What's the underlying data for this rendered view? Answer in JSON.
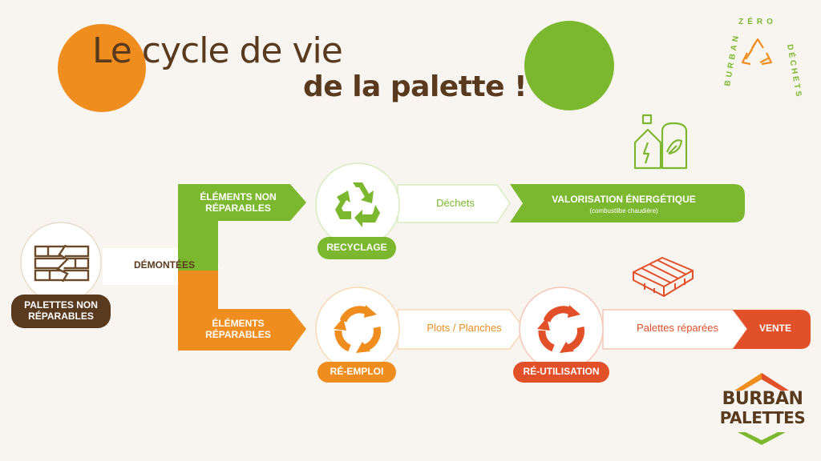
{
  "title": {
    "line1": "Le cycle de vie",
    "line2": "de la palette !"
  },
  "badge": {
    "top": "ZÉRO",
    "left": "BURBAN",
    "right": "DÉCHETS"
  },
  "start": {
    "label": "PALETTES NON RÉPARABLES"
  },
  "step_demontees": "DÉMONTÉES",
  "branch_non_reparables": "ÉLÉMENTS NON RÉPARABLES",
  "branch_reparables": "ÉLÉMENTS RÉPARABLES",
  "recyclage": {
    "label": "RECYCLAGE"
  },
  "dechets": "Déchets",
  "valorisation": {
    "title": "VALORISATION ÉNERGÉTIQUE",
    "subtitle": "(combustilbe chaudière)"
  },
  "reemploi": {
    "label": "RÉ-EMPLOI"
  },
  "plots": "Plots / Planches",
  "reutilisation": {
    "label": "RÉ-UTILISATION"
  },
  "palettes_reparees": "Palettes réparées",
  "vente": "VENTE",
  "logo": {
    "line1": "BURBAN",
    "line2": "PALETTES"
  },
  "colors": {
    "orange": "#ef8d1f",
    "green": "#7cb82f",
    "brown": "#5a3a1e",
    "red": "#e2502a"
  }
}
